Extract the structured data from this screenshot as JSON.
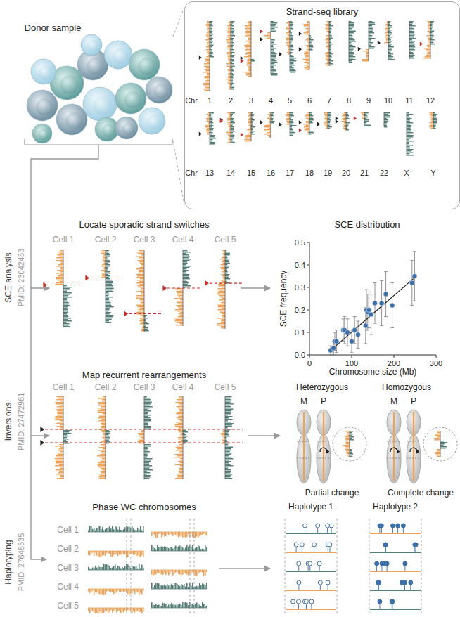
{
  "diagram": {
    "nodes": [
      {
        "text": [
          "Strand-seq library"
        ]
      }
    ],
    "labels": [
      "Donor sample",
      "Chr",
      "1",
      "2",
      "3",
      "4",
      "5",
      "6",
      "7",
      "8",
      "9",
      "10",
      "11",
      "12",
      "Chr",
      "13",
      "14",
      "15",
      "16",
      "17",
      "18",
      "19",
      "20",
      "21",
      "22",
      "X",
      "Y",
      "SCE analysis",
      "PMID: 23042453",
      "Locate sporadic strand switches",
      "Cell 1",
      "Cell 2",
      "Cell 3",
      "Cell 4",
      "Cell 5",
      "SCE distribution",
      "SCE frequency",
      "Chromosome size (Mb)",
      "0.0",
      "0.1",
      "0.2",
      "0.3",
      "0.4",
      "0.5",
      "0",
      "100",
      "200",
      "300",
      "Inversions",
      "PMID: 27472961",
      "Map recurrent rearrangements",
      "Cell 1",
      "Cell 2",
      "Cell 3",
      "Cell 4",
      "Cell 5",
      "Heterozygous",
      "Homozygous",
      "M",
      "P",
      "M",
      "P",
      "Partial change",
      "Complete change",
      "Haplotyping",
      "PMID: 27646535",
      "Phase WC chromosomes",
      "Cell 1",
      "Cell 2",
      "Cell 3",
      "Cell 4",
      "Cell 5",
      "Haplotype 1",
      "Haplotype 2"
    ]
  }
}
